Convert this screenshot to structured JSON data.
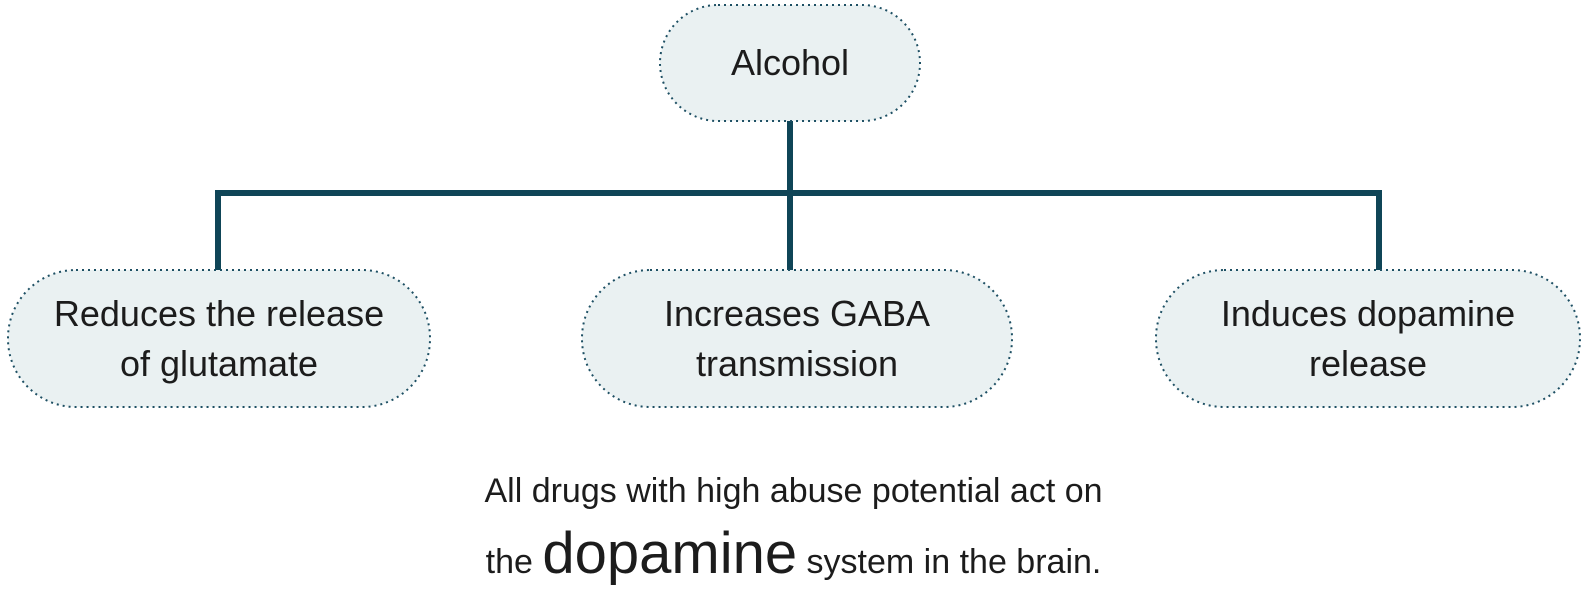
{
  "diagram": {
    "root": {
      "label": "Alcohol"
    },
    "children": [
      {
        "label": "Reduces the release of glutamate"
      },
      {
        "label": "Increases GABA transmission"
      },
      {
        "label": "Induces dopamine release"
      }
    ]
  },
  "caption": {
    "line1": "All drugs with high abuse potential act on",
    "line2_prefix": "the ",
    "line2_highlight": "dopamine",
    "line2_suffix": " system in the brain."
  },
  "colors": {
    "node_fill": "#eaf1f2",
    "node_border": "#1d4f63",
    "connector": "#0f4557",
    "text": "#1c1c1c"
  }
}
